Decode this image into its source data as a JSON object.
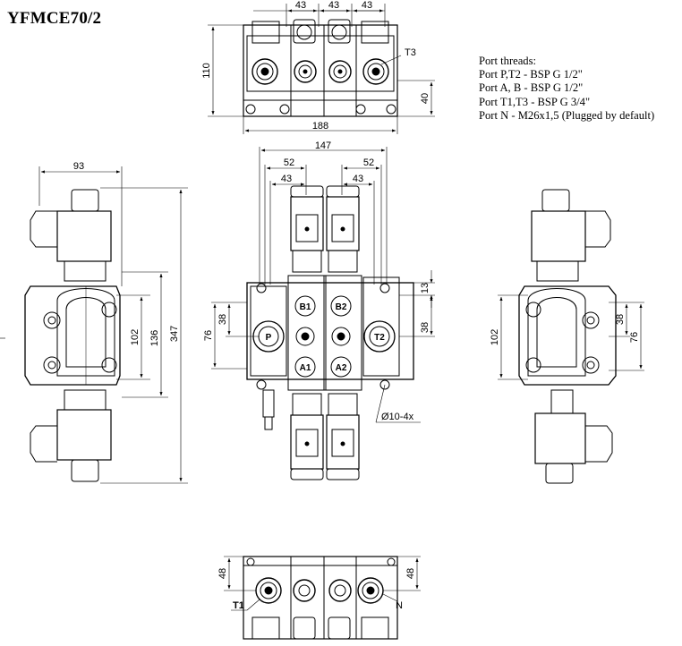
{
  "title": "YFMCE70/2",
  "port_notes": [
    "Port threads:",
    "Port P,T2 - BSP G 1/2\"",
    "Port A, B - BSP G 1/2\"",
    "Port T1,T3 - BSP G 3/4\"",
    "Port N - M26x1,5 (Plugged by default)"
  ],
  "top_view": {
    "dim_43a": "43",
    "dim_43b": "43",
    "dim_43c": "43",
    "dim_110": "110",
    "dim_40": "40",
    "dim_188": "188",
    "port_t3": "T3"
  },
  "front_view": {
    "dim_147": "147",
    "dim_52a": "52",
    "dim_52b": "52",
    "dim_43a": "43",
    "dim_43b": "43",
    "dim_13": "13",
    "dim_38r": "38",
    "dim_38l": "38",
    "dim_76": "76",
    "hole_note": "Ø10-4x",
    "port_b1": "B1",
    "port_b2": "B2",
    "port_p": "P",
    "port_t2": "T2",
    "port_a1": "A1",
    "port_a2": "A2"
  },
  "left_view": {
    "dim_93": "93",
    "dim_102": "102",
    "dim_136": "136",
    "dim_347": "347"
  },
  "right_view": {
    "dim_102": "102",
    "dim_38": "38",
    "dim_76": "76"
  },
  "bottom_view": {
    "dim_48l": "48",
    "dim_48r": "48",
    "port_t1": "T1",
    "port_n": "N"
  }
}
